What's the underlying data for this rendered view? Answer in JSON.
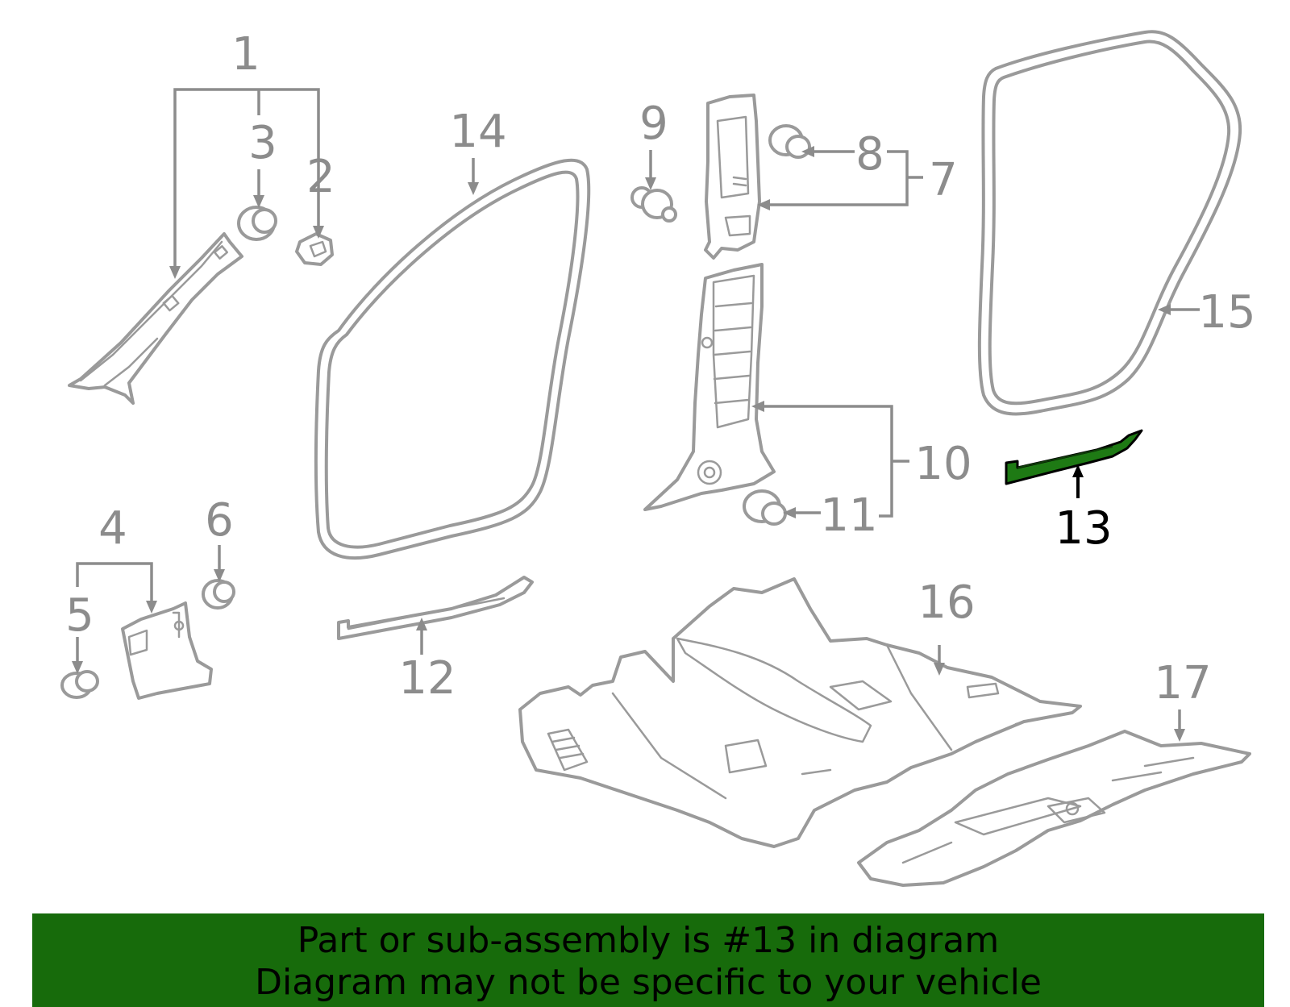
{
  "highlighted_part": "13",
  "callouts": {
    "c1": "1",
    "c2": "2",
    "c3": "3",
    "c4": "4",
    "c5": "5",
    "c6": "6",
    "c7": "7",
    "c8": "8",
    "c9": "9",
    "c10": "10",
    "c11": "11",
    "c12": "12",
    "c13": "13",
    "c14": "14",
    "c15": "15",
    "c16": "16",
    "c17": "17"
  },
  "banner": {
    "line1": "Part or sub-assembly is #13 in diagram",
    "line2": "Diagram may not be specific to your vehicle"
  },
  "colors": {
    "highlight": "#1e7a14",
    "banner": "#176b0b",
    "part_lines": "#9a9a9a"
  }
}
